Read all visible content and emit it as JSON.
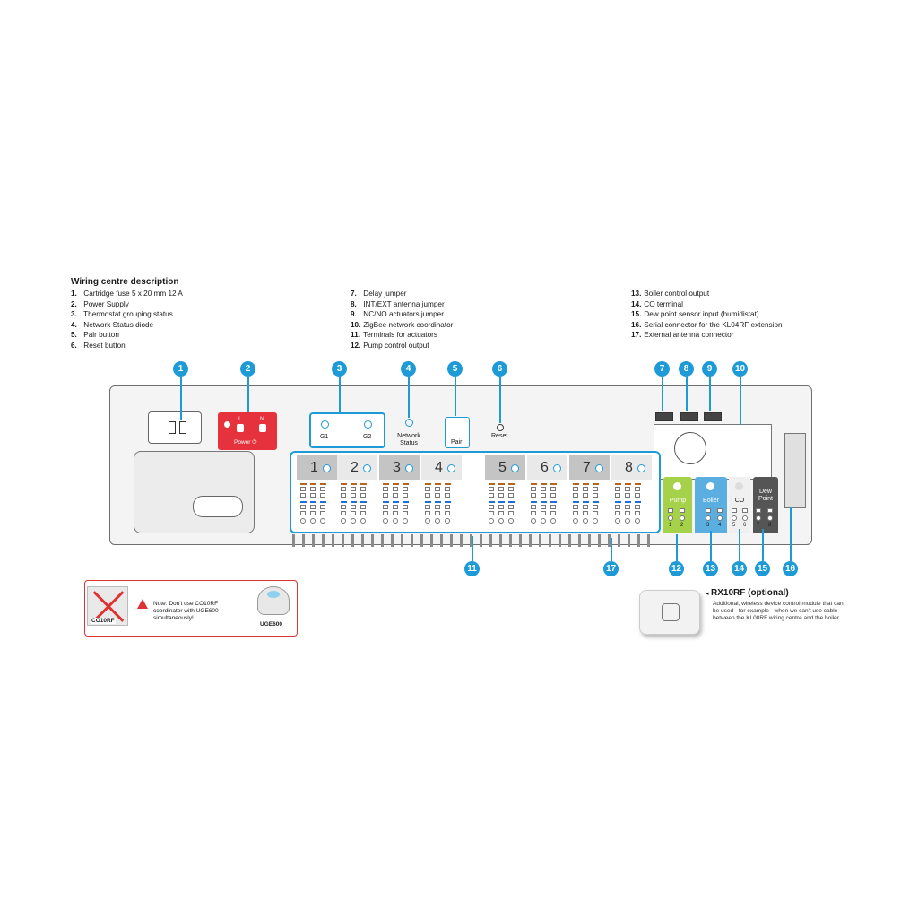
{
  "legend": {
    "title": "Wiring centre description",
    "col1": [
      {
        "n": "1.",
        "t": "Cartridge fuse 5 x 20 mm 12 A"
      },
      {
        "n": "2.",
        "t": "Power Supply"
      },
      {
        "n": "3.",
        "t": "Thermostat grouping status"
      },
      {
        "n": "4.",
        "t": "Network Status diode"
      },
      {
        "n": "5.",
        "t": "Pair button"
      },
      {
        "n": "6.",
        "t": "Reset button"
      }
    ],
    "col2": [
      {
        "n": "7.",
        "t": "Delay jumper"
      },
      {
        "n": "8.",
        "t": "INT/EXT antenna jumper"
      },
      {
        "n": "9.",
        "t": "NC/NO actuators jumper"
      },
      {
        "n": "10.",
        "t": "ZigBee network coordinator"
      },
      {
        "n": "11.",
        "t": "Terminals for actuators"
      },
      {
        "n": "12.",
        "t": "Pump control output"
      }
    ],
    "col3": [
      {
        "n": "13.",
        "t": "Boiler control output"
      },
      {
        "n": "14.",
        "t": "CO terminal"
      },
      {
        "n": "15.",
        "t": "Dew point sensor input (humidistat)"
      },
      {
        "n": "16.",
        "t": "Serial connector for the KL04RF extension"
      },
      {
        "n": "17.",
        "t": "External antenna connector"
      }
    ]
  },
  "callouts_top": [
    "1",
    "2",
    "3",
    "4",
    "5",
    "6",
    "7",
    "8",
    "9",
    "10"
  ],
  "callouts_bottom": [
    "11",
    "17",
    "12",
    "13",
    "14",
    "15",
    "16"
  ],
  "device": {
    "power_l": "L",
    "power_n": "N",
    "power_label": "Power ⏻",
    "g1": "G1",
    "g2": "G2",
    "network_status": "Network Status",
    "pair": "Pair",
    "reset": "Reset",
    "zones": [
      "1",
      "2",
      "3",
      "4",
      "5",
      "6",
      "7",
      "8"
    ],
    "pump": "Pump",
    "boiler": "Boiler",
    "co": "CO",
    "dew_point": "Dew Point",
    "term_nums": [
      "1",
      "2",
      "3",
      "4",
      "5",
      "6",
      "7",
      "8"
    ]
  },
  "note": {
    "text": "Note: Don't use CO10RF coordinator with UGE600 simultaneously!",
    "co10rf": "CO10RF",
    "uge600": "UGE600"
  },
  "rx": {
    "title": "RX10RF (optional)",
    "desc": "Additional, wireless device control module that can be used - for example - when we can't use cable between the KL08RF wiring centre and the boiler."
  },
  "colors": {
    "accent": "#1e9bd7",
    "power": "#e6323c",
    "pump": "#a6d14a",
    "boiler": "#5aaee0",
    "dew": "#555555"
  }
}
